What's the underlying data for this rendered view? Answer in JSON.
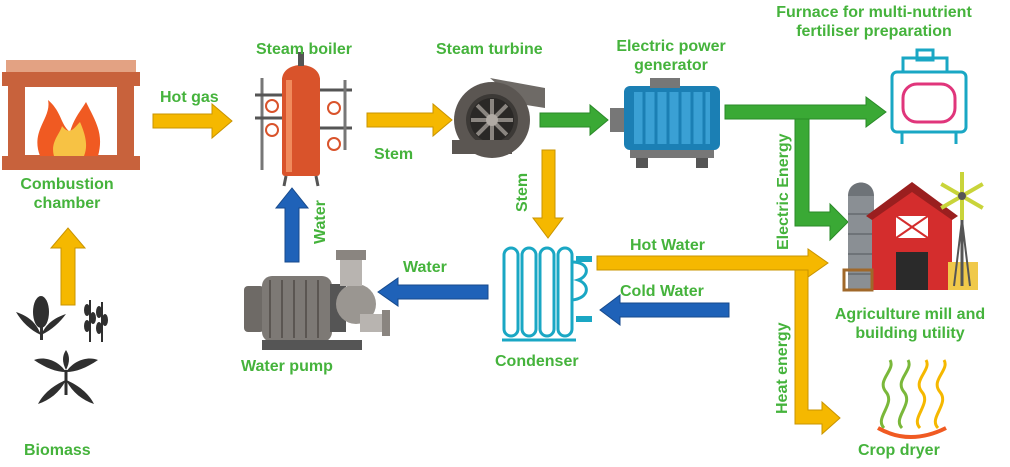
{
  "colors": {
    "label_green": "#45b33c",
    "arrow_yellow": "#f5b800",
    "arrow_green": "#3aa935",
    "arrow_blue": "#1f62b8",
    "boiler_red": "#d9532b",
    "fire_orange": "#f05a22",
    "furnace_pink": "#e0357b",
    "barn_red": "#d42d2d"
  },
  "nodes": {
    "combustion": {
      "label_line1": "Combustion",
      "label_line2": "chamber",
      "icon": "fireplace-icon"
    },
    "biomass": {
      "label": "Biomass",
      "icon": "plants-icon"
    },
    "boiler": {
      "label": "Steam boiler",
      "icon": "boiler-icon"
    },
    "turbine": {
      "label": "Steam turbine",
      "icon": "turbine-icon"
    },
    "generator": {
      "label_line1": "Electric power",
      "label_line2": "generator",
      "icon": "generator-icon"
    },
    "furnace": {
      "label_line1": "Furnace for multi-nutrient",
      "label_line2": "fertiliser preparation",
      "icon": "furnace-icon"
    },
    "farm": {
      "label_line1": "Agriculture mill and",
      "label_line2": "building utility",
      "icon": "barn-icon"
    },
    "condenser": {
      "label": "Condenser",
      "icon": "condenser-icon"
    },
    "pump": {
      "label": "Water pump",
      "icon": "pump-icon"
    },
    "dryer": {
      "label": "Crop dryer",
      "icon": "dryer-icon"
    }
  },
  "edges": {
    "hot_gas": "Hot gas",
    "stem_1": "Stem",
    "stem_2": "Stem",
    "water_up": "Water",
    "water_left": "Water",
    "hot_water": "Hot Water",
    "cold_water": "Cold Water",
    "electric_energy": "Electric Energy",
    "heat_energy": "Heat energy"
  }
}
